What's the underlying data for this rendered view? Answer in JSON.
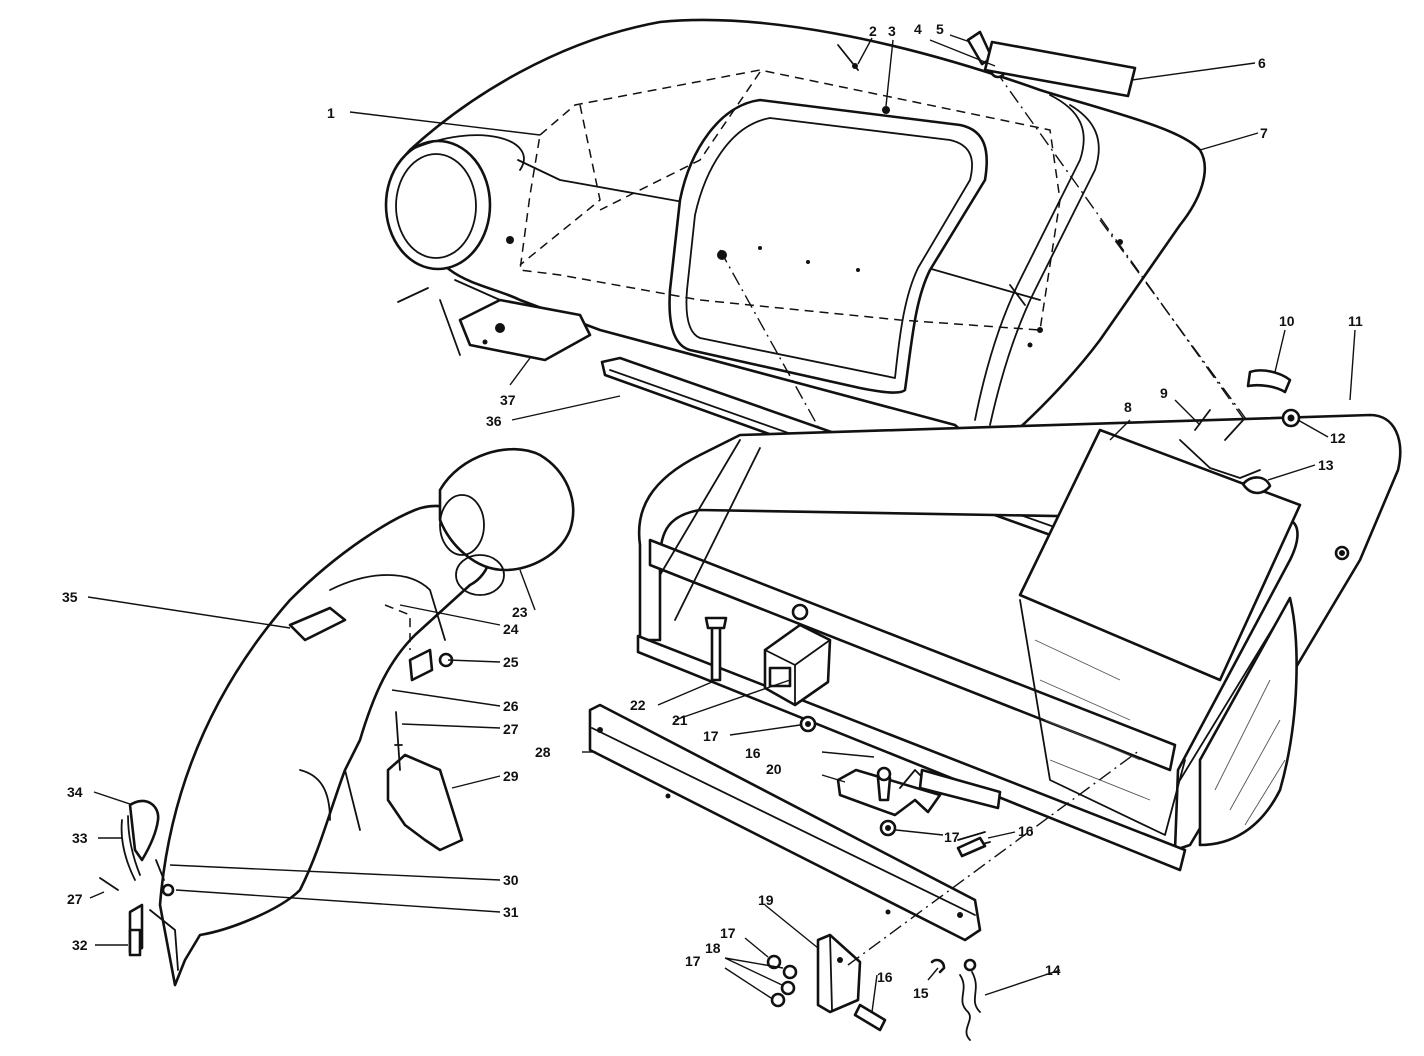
{
  "callouts": {
    "n1": "1",
    "n2": "2",
    "n3": "3",
    "n4": "4",
    "n5": "5",
    "n6": "6",
    "n7": "7",
    "n8": "8",
    "n9": "9",
    "n10": "10",
    "n11": "11",
    "n12": "12",
    "n13": "13",
    "n14": "14",
    "n15": "15",
    "n16": "16",
    "n17": "17",
    "n18": "18",
    "n19": "19",
    "n20": "20",
    "n21": "21",
    "n22": "22",
    "n23": "23",
    "n24": "24",
    "n25": "25",
    "n26": "26",
    "n27": "27",
    "n28": "28",
    "n29": "29",
    "n30": "30",
    "n31": "31",
    "n32": "32",
    "n33": "33",
    "n34": "34",
    "n35": "35",
    "n36": "36",
    "n37": "37"
  },
  "colors": {
    "line": "#111111",
    "background": "#ffffff"
  }
}
